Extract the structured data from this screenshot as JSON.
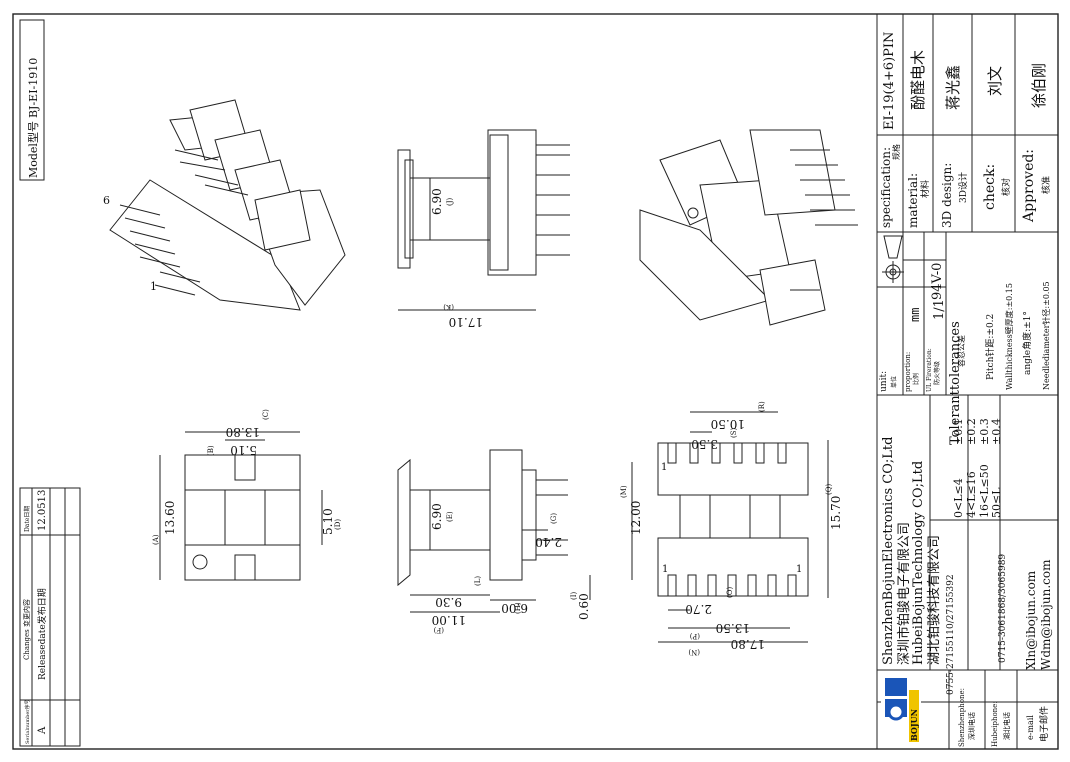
{
  "model": {
    "label": "Model型号",
    "value": "BJ-EI-1910"
  },
  "revision": {
    "headers": {
      "serial": "Serialnumber序号",
      "changes": "Changes 变更内容",
      "date": "Date日期"
    },
    "rows": [
      {
        "serial": "A",
        "changes": "Releasedate发布日期",
        "date": "12.0513"
      }
    ]
  },
  "title_block": {
    "specification": {
      "label": "specification:",
      "cn": "规格",
      "value": "EI-19(4+6)PIN"
    },
    "material": {
      "label": "material:",
      "cn": "材料",
      "value": "酚醛电木"
    },
    "design": {
      "label": "3D design:",
      "cn": "3D设计",
      "value": "蒋光鑫"
    },
    "check": {
      "label": "check:",
      "cn": "核对",
      "value": "刘文"
    },
    "approved": {
      "label": "Approved:",
      "cn": "核准",
      "value": "徐伯刚"
    },
    "unit": {
      "label": "unit:",
      "cn": "单位",
      "value": "mm"
    },
    "proportion": {
      "label": "proportion:",
      "cn": "比例",
      "value": "1/1"
    },
    "fire_rating": {
      "label": "UL Fireration:",
      "cn": "防火等级",
      "value": "94V-0"
    },
    "tolerances": {
      "title": "Toleranttolerances",
      "cn": "容忍公差",
      "rows": [
        {
          "range": "0<L≤4",
          "tol": "±0.1"
        },
        {
          "range": "4<L≤16",
          "tol": "±0.2"
        },
        {
          "range": "16<L≤50",
          "tol": "±0.3"
        },
        {
          "range": "50≤L",
          "tol": "±0.4"
        }
      ],
      "notes": [
        "Pitch针距:±0.2",
        "Wallthickness壁厚度:±0.15",
        "angle角度:±1°",
        "Needlediameter针径:±0.05"
      ]
    },
    "company": {
      "en1": "ShenzhenBojunElectronics CO;Ltd",
      "cn1": "深圳市铂骏电子有限公司",
      "en2": "HubeiBojunTechnology CO;Ltd",
      "cn2": "湖北铂骏科技有限公司"
    },
    "logo_text": "BOJUN",
    "contacts": [
      {
        "label": "Shenzhenphone:",
        "cn": "深圳电话",
        "value": "0755-27155110/27155392"
      },
      {
        "label": "Hubeiphone:",
        "cn": "湖北电话",
        "value": "0715-3061868/3065989"
      },
      {
        "label": "e-mail",
        "cn": "电子邮件",
        "value": "Xln@ibojun.com",
        "value2": "Wdm@ibojun.com"
      }
    ],
    "brand_color": "#1a55b8",
    "accent_color": "#f0c400"
  },
  "dimensions": {
    "side_top": [
      {
        "v": "6.90",
        "tag": "(J)"
      },
      {
        "v": "17.10",
        "tag": "(K)"
      }
    ],
    "side_bottom": [
      {
        "v": "6.90",
        "tag": "(E)"
      },
      {
        "v": "2.40",
        "tag": "(G)"
      },
      {
        "v": "9.30",
        "tag": "(L)"
      },
      {
        "v": "11.00",
        "tag": "(F)"
      },
      {
        "v": "6.00",
        "tag": "(H)"
      },
      {
        "v": "0.60",
        "tag": "(I)"
      }
    ],
    "front": [
      {
        "v": "13.80",
        "tag": "(C)"
      },
      {
        "v": "5.10",
        "tag": "(B)"
      },
      {
        "v": "13.60",
        "tag": "(A)"
      },
      {
        "v": "5.10",
        "tag": "(D)"
      }
    ],
    "bottom": [
      {
        "v": "10.50",
        "tag": "(R)"
      },
      {
        "v": "3.50",
        "tag": "(S)"
      },
      {
        "v": "12.00",
        "tag": "(M)"
      },
      {
        "v": "15.70",
        "tag": "(Q)"
      },
      {
        "v": "2.70",
        "tag": "(O)"
      },
      {
        "v": "13.50",
        "tag": "(P)"
      },
      {
        "v": "17.80",
        "tag": "(N)"
      }
    ],
    "pin_labels": [
      "1",
      "6",
      "1",
      "1",
      "1"
    ]
  }
}
